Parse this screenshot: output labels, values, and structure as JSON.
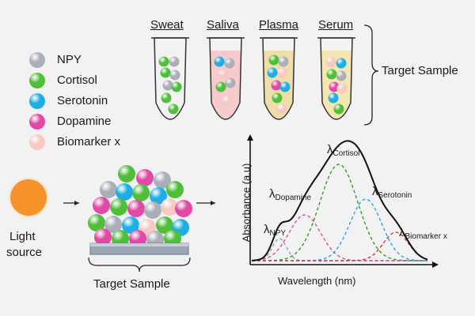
{
  "legend": [
    {
      "label": "NPY",
      "color": "#a9aeb8",
      "icon": "npy-sphere"
    },
    {
      "label": "Cortisol",
      "color": "#4fbf3a",
      "icon": "cortisol-sphere"
    },
    {
      "label": "Serotonin",
      "color": "#1eaee6",
      "icon": "serotonin-sphere"
    },
    {
      "label": "Dopamine",
      "color": "#e04aa6",
      "icon": "dopamine-sphere"
    },
    {
      "label": "Biomarker x",
      "color": "#f7c9c3",
      "icon": "biomarker-x-sphere"
    }
  ],
  "tubes": [
    {
      "label": "Sweat",
      "fluid_color": "#ffffff"
    },
    {
      "label": "Saliva",
      "fluid_color": "#f7c7c9"
    },
    {
      "label": "Plasma",
      "fluid_color": "#f0dca0"
    },
    {
      "label": "Serum",
      "fluid_color": "#f3e4a8"
    }
  ],
  "labels": {
    "target_sample_right": "Target Sample",
    "target_sample_bottom": "Target Sample",
    "light_source": [
      "Light",
      "source"
    ]
  },
  "chart_data": {
    "type": "line",
    "xlabel": "Wavelength (nm)",
    "ylabel": "Absorbance (a.u)",
    "peaks": [
      {
        "main": "λ",
        "sub": "NPY"
      },
      {
        "main": "λ",
        "sub": "Dopamine"
      },
      {
        "main": "λ",
        "sub": "Cortisol"
      },
      {
        "main": "λ",
        "sub": "Serotonin"
      },
      {
        "main": "λ",
        "sub": "Biomarker x"
      }
    ],
    "series": [
      {
        "color": "#9aa0a8"
      },
      {
        "color": "#e04aa6"
      },
      {
        "color": "#3a9a2a"
      },
      {
        "color": "#1eaee6"
      },
      {
        "color": "#d23a3a"
      },
      {
        "color": "#111111"
      }
    ]
  }
}
